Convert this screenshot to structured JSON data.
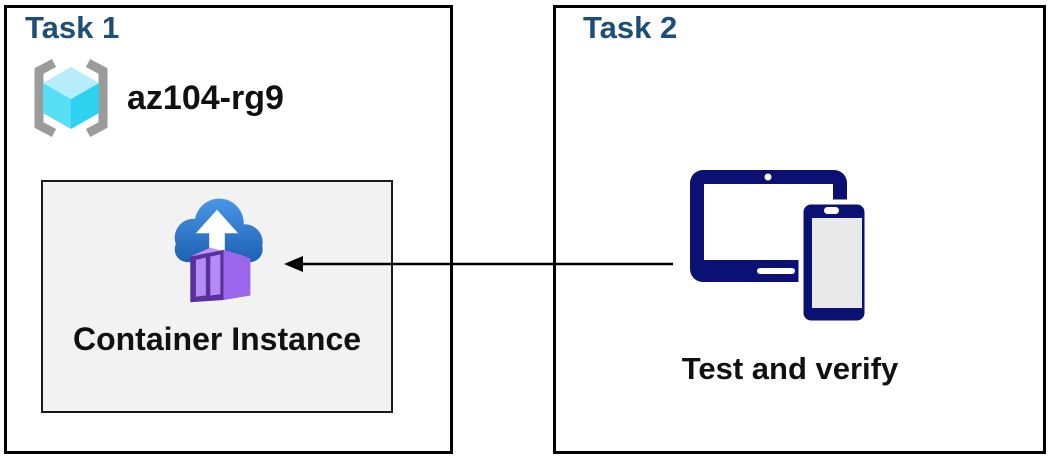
{
  "task1": {
    "title": "Task 1",
    "resource_group": {
      "icon": "resource-group-icon",
      "name": "az104-rg9"
    },
    "container_panel": {
      "icon": "container-instances-icon",
      "label": "Container Instance"
    }
  },
  "task2": {
    "title": "Task 2",
    "devices_icon": "tablet-phone-icon",
    "label": "Test and verify"
  },
  "arrow": {
    "from": "task2-devices",
    "to": "task1-container-instance",
    "direction": "right-to-left"
  },
  "colors": {
    "task-title": "#1D4E79",
    "box-border": "#000000",
    "graybox-bg": "#F2F2F2",
    "graybox-border": "#1A1A1A",
    "text": "#111111",
    "navy": "#0B1172",
    "arrow": "#000000",
    "bracket": "#9B9B9B",
    "cube-top": "#B7EDFB",
    "cube-left": "#57DFF6",
    "cube-right": "#2ED2F0",
    "cloud-top": "#4A96E8",
    "cloud-bottom": "#1D60B0",
    "container-front": "#5A2FA0",
    "container-door": "#B68BF4",
    "container-side": "#9C66EC",
    "container-topface": "#BE94F8",
    "phone-screen": "#E9E9E9"
  }
}
